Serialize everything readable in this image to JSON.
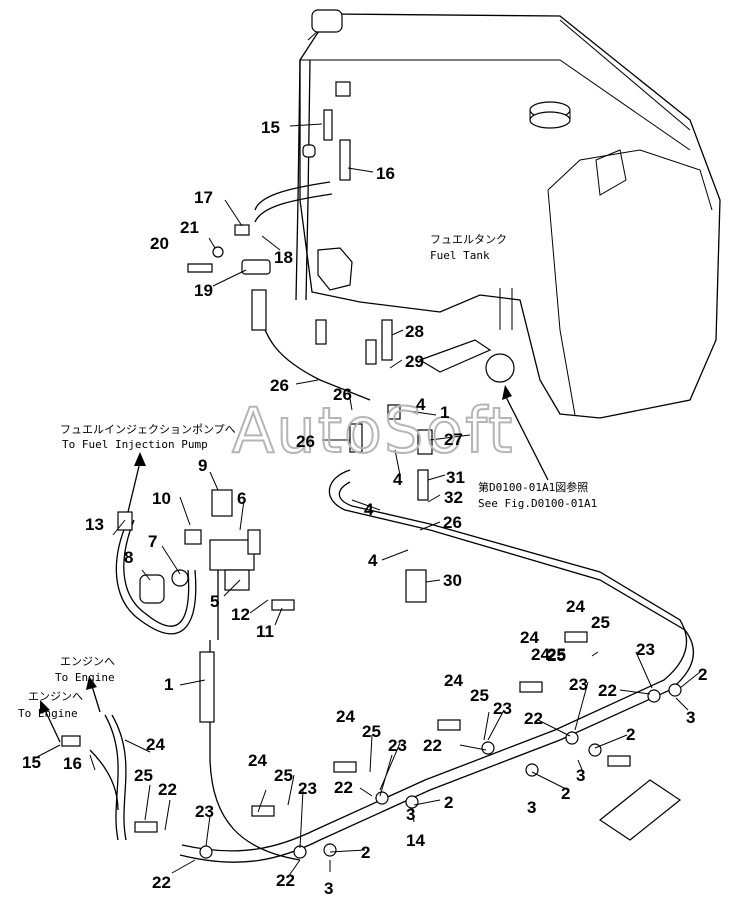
{
  "captions": {
    "fuel_tank_jp": "フュエルタンク",
    "fuel_tank_en": "Fuel Tank",
    "pump_jp": "フュエルインジェクションポンプへ",
    "pump_en": "To Fuel Injection Pump",
    "engine1_jp": "エンジンへ",
    "engine1_en": "To Engine",
    "engine2_jp": "エンジンへ",
    "engine2_en": "To Engine",
    "fig_jp": "第D0100-01A1図参照",
    "fig_en": "See Fig.D0100-01A1"
  },
  "watermark": "AutoSoft",
  "callouts": [
    "15",
    "16",
    "17",
    "21",
    "20",
    "18",
    "19",
    "28",
    "29",
    "26",
    "1",
    "4",
    "26",
    "27",
    "26",
    "4",
    "31",
    "32",
    "4",
    "26",
    "4",
    "30",
    "9",
    "10",
    "6",
    "13",
    "8",
    "7",
    "5",
    "12",
    "11",
    "1",
    "24",
    "25",
    "24",
    "25",
    "23",
    "2",
    "22",
    "3",
    "24",
    "25",
    "23",
    "22",
    "24",
    "25",
    "23",
    "2",
    "22",
    "3",
    "24",
    "25",
    "23",
    "22",
    "2",
    "3",
    "2",
    "24",
    "25",
    "23",
    "22",
    "2",
    "3",
    "14",
    "15",
    "16",
    "24",
    "25",
    "22",
    "23",
    "22",
    "3"
  ]
}
